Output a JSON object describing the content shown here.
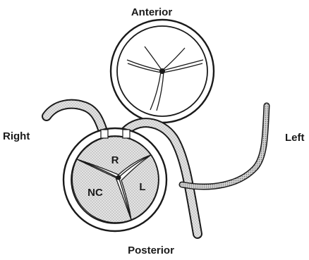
{
  "orientation": {
    "anterior": "Anterior",
    "posterior": "Posterior",
    "right": "Right",
    "left": "Left"
  },
  "aortic_valve": {
    "cusps": {
      "right": "R",
      "left": "L",
      "non_coronary": "NC"
    }
  },
  "colors": {
    "line": "#1a1a1a",
    "cusp_fill": "#d9d9d9",
    "background": "#ffffff"
  }
}
